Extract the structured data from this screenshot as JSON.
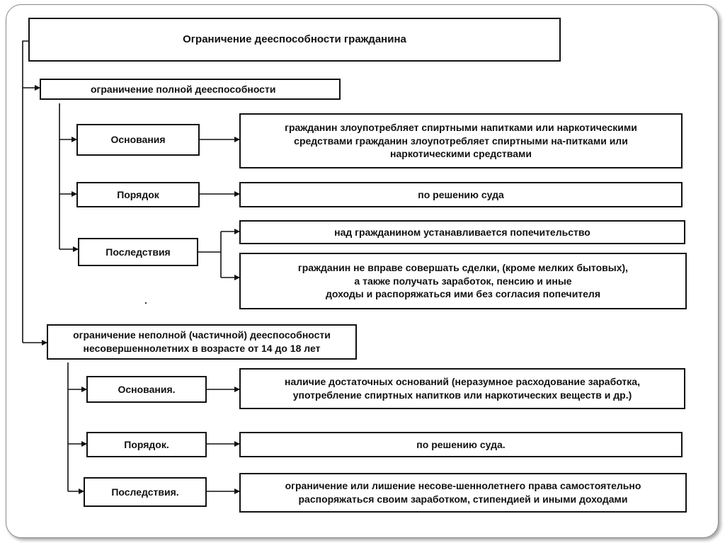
{
  "title": "Ограничение дееспособности гражданина",
  "full_restriction": {
    "heading": "ограничение полной дееспособности",
    "grounds_label": "Основания",
    "grounds_text": "гражданин злоупотребляет спиртными напитками или наркотическими\nсредствами гражданин злоупотребляет спиртными на-питками или\nнаркотическими средствами",
    "order_label": "Порядок",
    "order_text": "по решению суда",
    "consequences_label": "Последствия",
    "consequence_1": "над гражданином устанавливается попечительство",
    "consequence_2": "гражданин не вправе совершать сделки, (кроме мелких бытовых),\nа также получать заработок, пенсию и иные\nдоходы и распоряжаться ими без согласия попечителя"
  },
  "partial_restriction": {
    "heading": "ограничение неполной (частичной) дееспособности\nнесовершеннолетних в возрасте от 14 до 18 лет",
    "grounds_label": "Основания.",
    "grounds_text": "наличие достаточных оснований (неразумное расходование заработка,\nупотребление спиртных напитков или наркотических веществ и др.)",
    "order_label": "Порядок.",
    "order_text": "по решению суда.",
    "consequences_label": "Последствия.",
    "consequences_text": "ограничение или лишение несове-шеннолетнего права самостоятельно\nраспоряжаться своим заработком, стипендией и иными доходами"
  }
}
